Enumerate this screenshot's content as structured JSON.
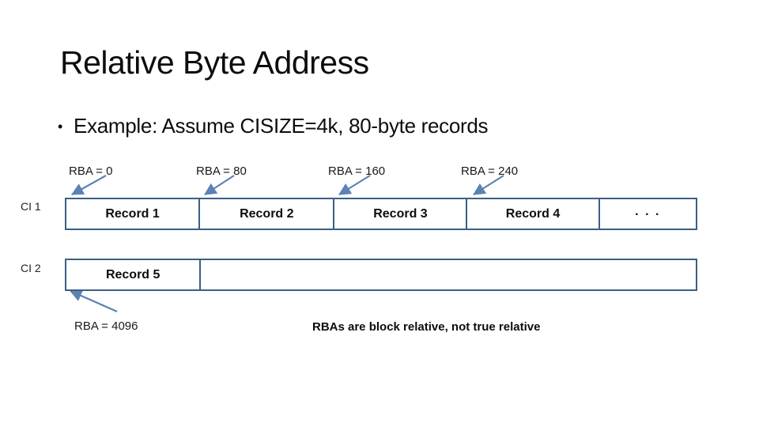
{
  "slide": {
    "title": "Relative Byte Address",
    "bullet_marker": "•",
    "bullet_text": "Example: Assume CISIZE=4k, 80-byte records",
    "footnote": "RBAs are block relative, not true relative"
  },
  "diagram": {
    "rba_labels": [
      {
        "text": "RBA = 0"
      },
      {
        "text": "RBA = 80"
      },
      {
        "text": "RBA = 160"
      },
      {
        "text": "RBA = 240"
      }
    ],
    "rba_bottom_label": "RBA = 4096",
    "rows": [
      {
        "label": "CI 1",
        "cells": [
          "Record 1",
          "Record 2",
          "Record 3",
          "Record 4",
          ". . ."
        ]
      },
      {
        "label": "CI 2",
        "cells": [
          "Record 5",
          ""
        ]
      }
    ],
    "colors": {
      "box_border": "#3b5f85",
      "arrow": "#5b82b4",
      "text": "#0d0d0d"
    }
  }
}
